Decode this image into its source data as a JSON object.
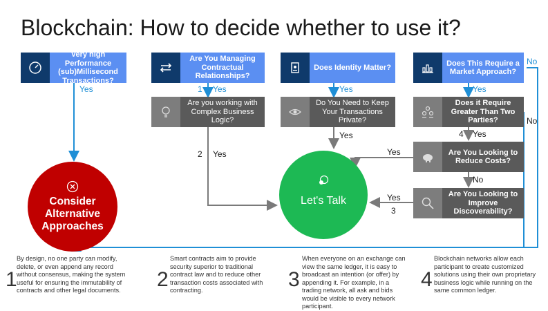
{
  "title": "Blockchain: How to decide whether to use it?",
  "boxes": {
    "perf": "Very high Performance (sub)Millisecond Transactions?",
    "contract": "Are You Managing Contractual Relationships?",
    "identity": "Does Identity Matter?",
    "market": "Does This Require a Market Approach?",
    "logic": "Are you working with Complex Business Logic?",
    "private": "Do You Need to Keep Your Transactions Private?",
    "parties": "Does it Require Greater Than Two Parties?",
    "costs": "Are You Looking to Reduce Costs?",
    "discover": "Are You Looking to Improve Discoverability?"
  },
  "circles": {
    "consider": "Consider Alternative Approaches",
    "talk": "Let's Talk"
  },
  "labels": {
    "yes": "Yes",
    "no": "No",
    "n1": "1",
    "n2": "2",
    "n3": "3",
    "n4": "4"
  },
  "descriptions": [
    {
      "num": "1",
      "text": "By design, no one party can modify, delete, or even append any record without consensus, making the system useful for ensuring the immutability of contracts and other legal documents."
    },
    {
      "num": "2",
      "text": "Smart contracts aim to provide security superior to traditional contract law and to reduce other transaction costs associated with contracting."
    },
    {
      "num": "3",
      "text": "When everyone on an exchange can view the same ledger, it is easy to broadcast an intention (or offer) by appending it. For example, in a trading network, all ask and bids would be visible to every network participant."
    },
    {
      "num": "4",
      "text": "Blockchain networks allow each participant to create customized solutions using their own proprietary business logic while running on the same common ledger."
    }
  ],
  "colors": {
    "blue": "#5b8ff2",
    "navy": "#0f3a6b",
    "gray": "#5a5a5a",
    "red": "#c00000",
    "green": "#1db954",
    "arrow": "#1f8fd6"
  }
}
